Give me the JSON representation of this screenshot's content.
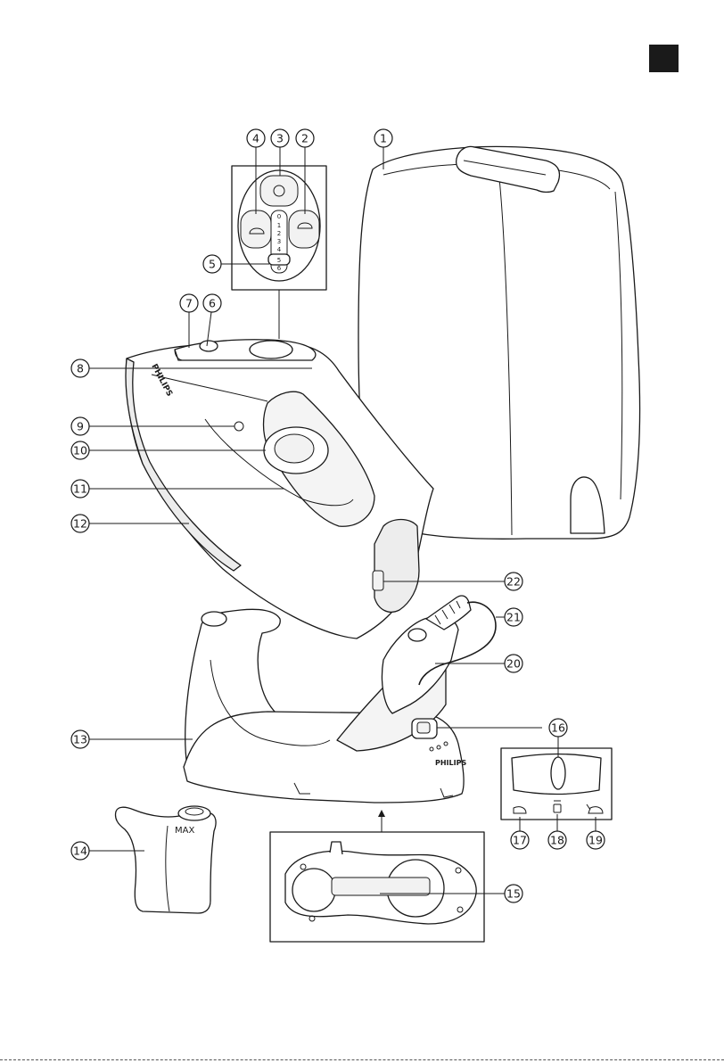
{
  "diagram": {
    "callouts": [
      {
        "id": "1",
        "label": "1"
      },
      {
        "id": "2",
        "label": "2"
      },
      {
        "id": "3",
        "label": "3"
      },
      {
        "id": "4",
        "label": "4"
      },
      {
        "id": "5",
        "label": "5"
      },
      {
        "id": "6",
        "label": "6"
      },
      {
        "id": "7",
        "label": "7"
      },
      {
        "id": "8",
        "label": "8"
      },
      {
        "id": "9",
        "label": "9"
      },
      {
        "id": "10",
        "label": "10"
      },
      {
        "id": "11",
        "label": "11"
      },
      {
        "id": "12",
        "label": "12"
      },
      {
        "id": "13",
        "label": "13"
      },
      {
        "id": "14",
        "label": "14"
      },
      {
        "id": "15",
        "label": "15"
      },
      {
        "id": "16",
        "label": "16"
      },
      {
        "id": "17",
        "label": "17"
      },
      {
        "id": "18",
        "label": "18"
      },
      {
        "id": "19",
        "label": "19"
      },
      {
        "id": "20",
        "label": "20"
      },
      {
        "id": "21",
        "label": "21"
      },
      {
        "id": "22",
        "label": "22"
      }
    ],
    "product_texts": {
      "brand_iron": "PHILIPS",
      "brand_base": "PHILIPS",
      "max_mark": "MAX",
      "dial_settings": [
        "0",
        "1",
        "2",
        "3",
        "4",
        "5",
        "6"
      ]
    },
    "colors": {
      "ink": "#1a1a1a",
      "paper": "#ffffff"
    }
  }
}
